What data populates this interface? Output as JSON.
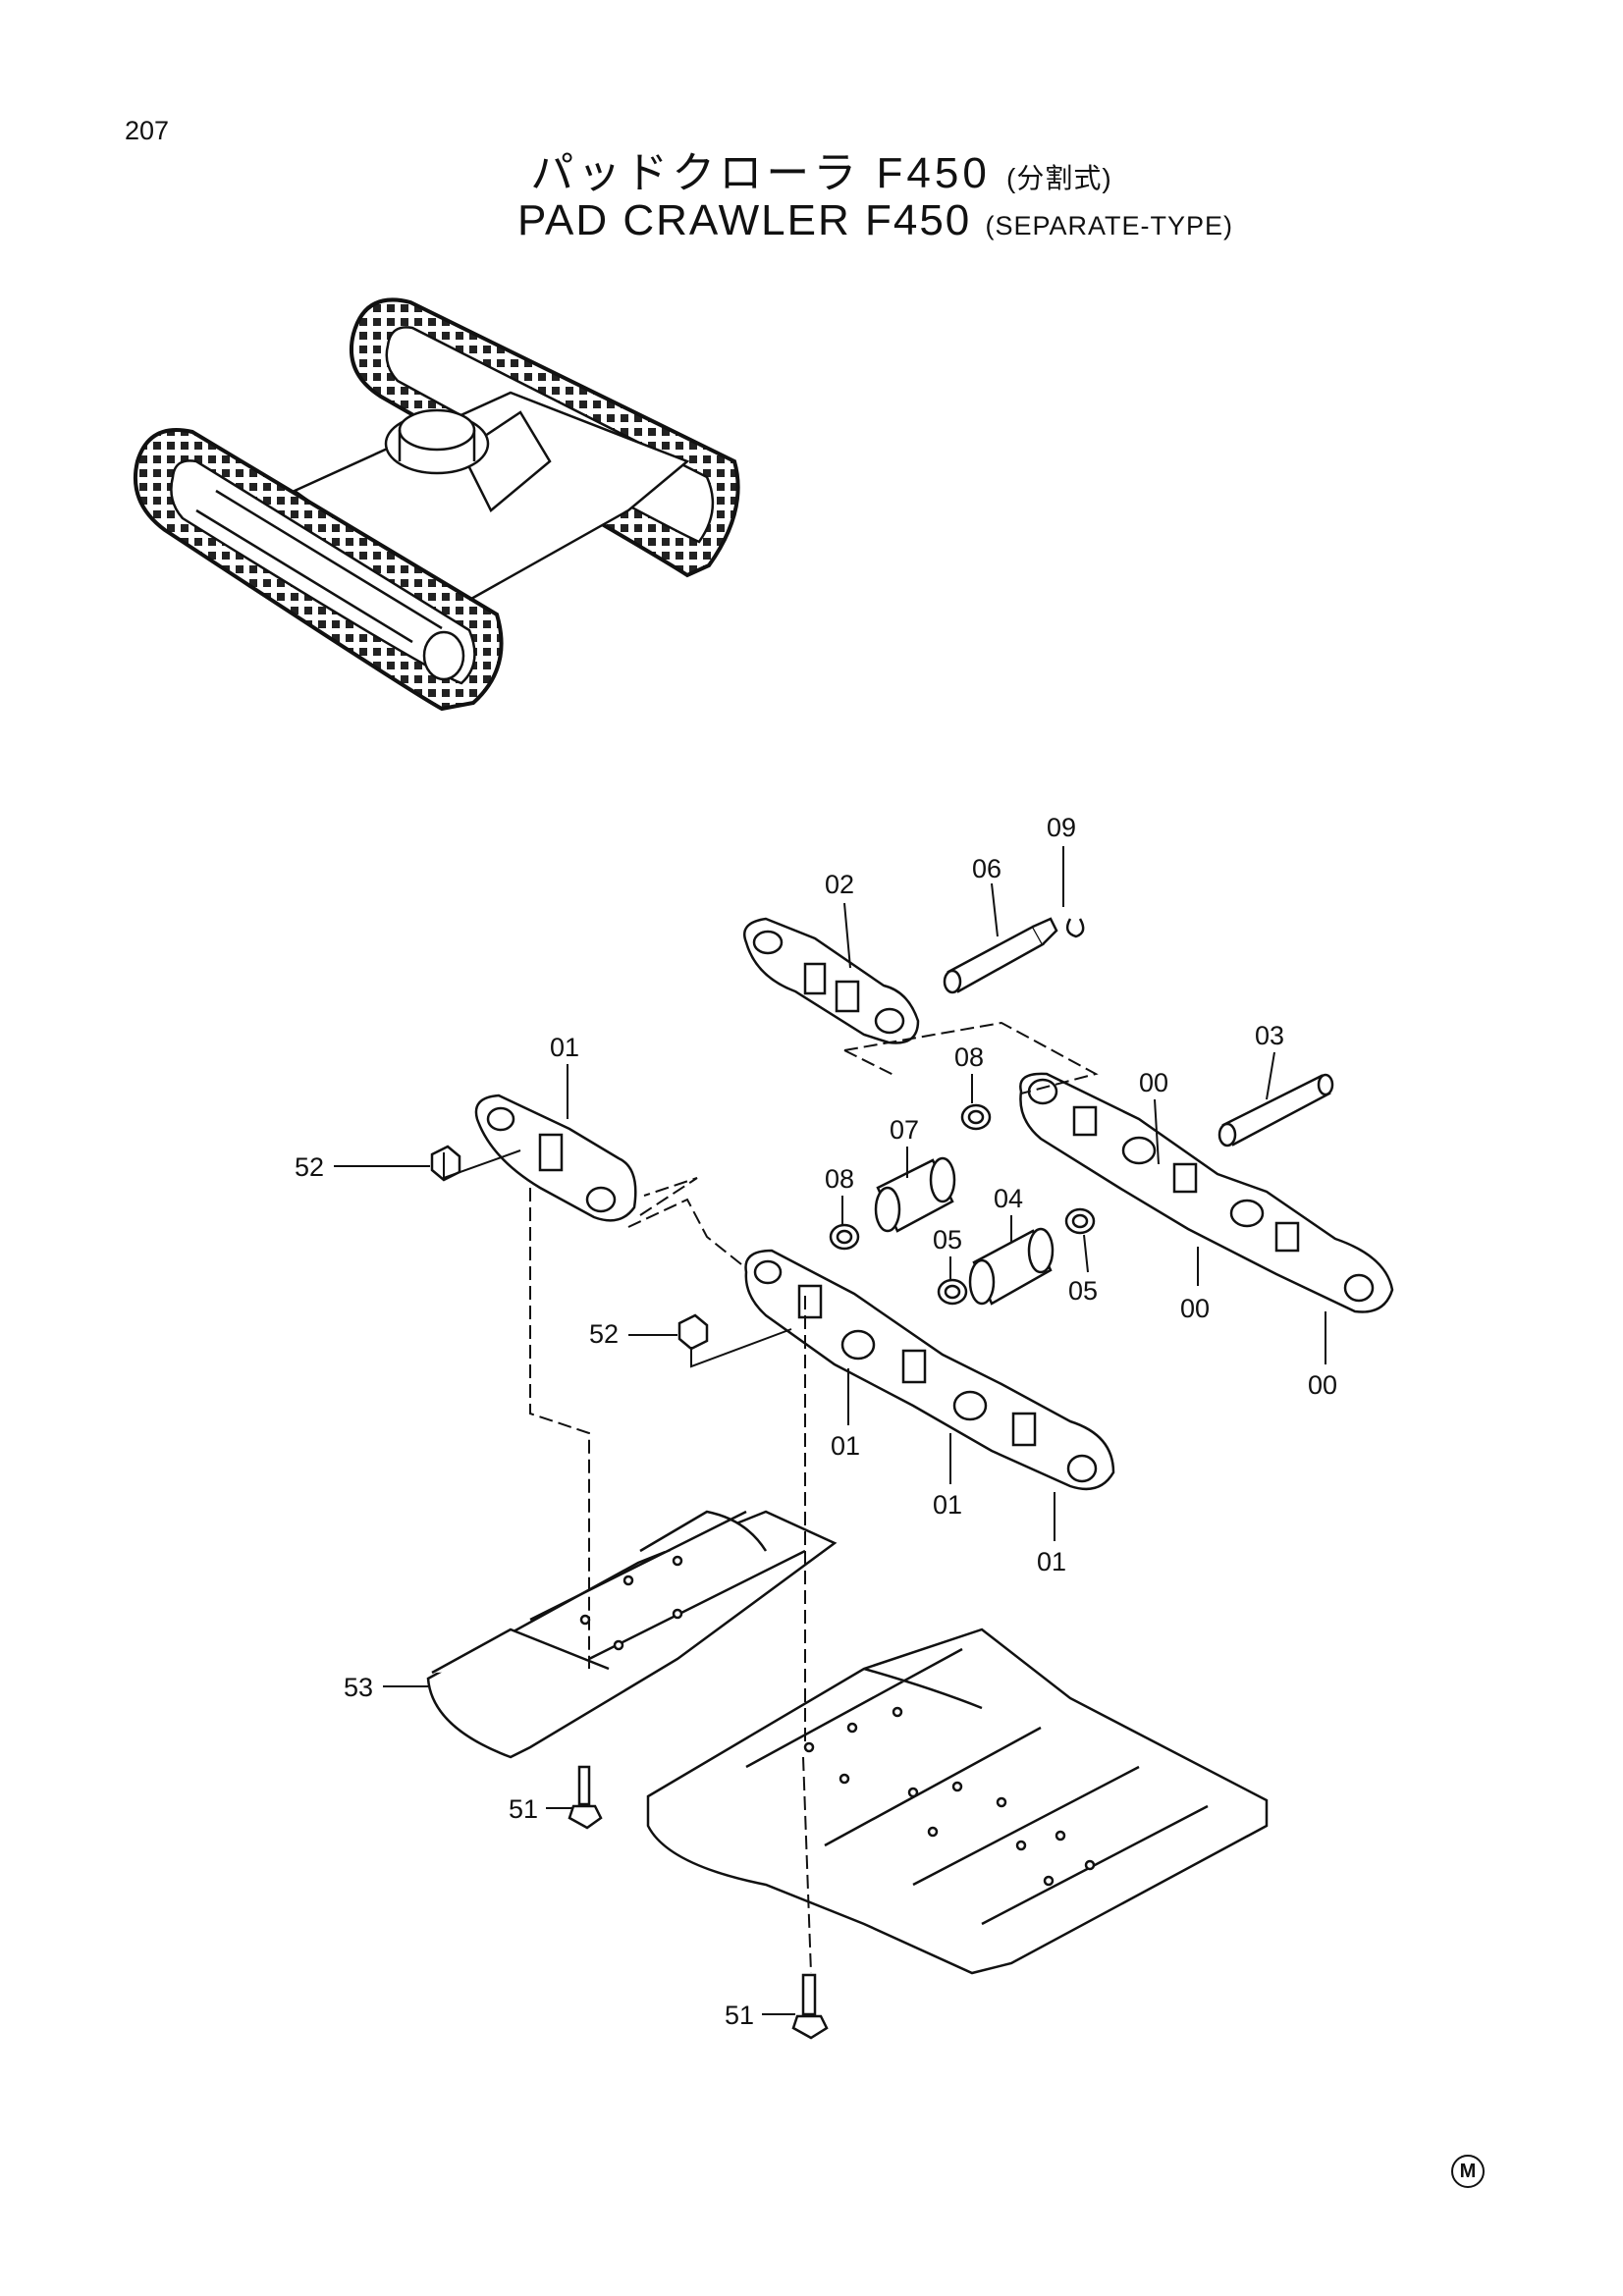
{
  "page_number": "207",
  "title_jp": {
    "main": "パッドクローラ F450",
    "sub": "(分割式)"
  },
  "title_en": {
    "main": "PAD CRAWLER F450",
    "sub": "(SEPARATE-TYPE)"
  },
  "callouts": {
    "c09": "09",
    "c02": "02",
    "c06": "06",
    "c03": "03",
    "c01_top": "01",
    "c00_top": "00",
    "c08_mid": "08",
    "c07": "07",
    "c08_left": "08",
    "c04": "04",
    "c05_left": "05",
    "c05_right": "05",
    "c52_top": "52",
    "c52_mid": "52",
    "c00_mid": "00",
    "c00_bot": "00",
    "c01_a": "01",
    "c01_b": "01",
    "c01_c": "01",
    "c53": "53",
    "c51_top": "51",
    "c51_bot": "51"
  },
  "footer_mark": "M"
}
